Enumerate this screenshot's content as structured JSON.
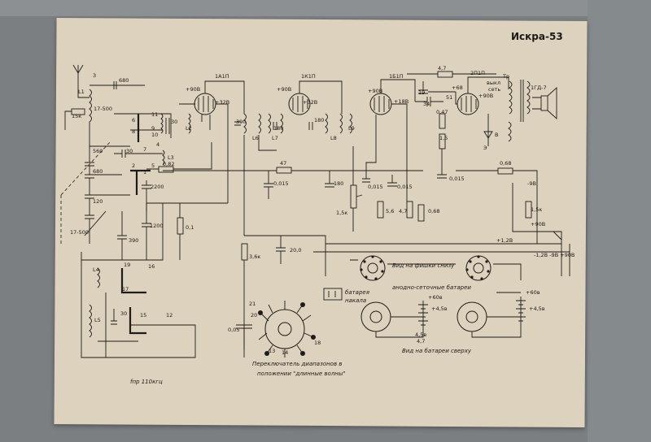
{
  "document": {
    "title": "Искра-53",
    "tubes": [
      "1А1П",
      "1К1П",
      "1Б1П",
      "2П1П"
    ],
    "transformer_label": "Тр",
    "speaker_label": "1ГД-7",
    "switch_caption_line1": "Переключатель диапазонов в",
    "switch_caption_line2": "положении \"длинные волны\"",
    "plug_caption": "Вид на фишки снизу",
    "battery_caption": "Вид на батареи сверху",
    "anode_grid_battery": "анодно-сеточные батареи",
    "filament_battery_line1": "батарея",
    "filament_battery_line2": "накала",
    "freq_label": "fпр 110кгц",
    "voltages": [
      "+90В",
      "+32В",
      "+90В",
      "+32В",
      "+90В",
      "+18В",
      "+68",
      "+90В",
      "-9В",
      "+90В",
      "+1,2В",
      "-1,2В -9В +90В",
      "+60в",
      "+4,5в",
      "+60в",
      "+4,5в",
      "4,5в"
    ],
    "component_values": [
      "680",
      "15к",
      "17-500",
      "560",
      "680",
      "120",
      "17-500",
      "30",
      "0,82",
      "2200",
      "390",
      "30",
      "390",
      "180",
      "180",
      "30",
      "1200",
      "0,1",
      "47",
      "0,015",
      "180",
      "0,015",
      "0,015",
      "1,5к",
      "5,6",
      "4,7",
      "0,68",
      "4,7",
      "0,47",
      "34",
      "51",
      "1,5",
      "0,015",
      "0,68",
      "1,5к",
      "3,6к",
      "20,0",
      "0,05",
      "4,7",
      "19"
    ],
    "coil_labels": [
      "L1",
      "L2",
      "L3",
      "L4",
      "L5",
      "L6",
      "L7",
      "L8",
      "L9"
    ],
    "pin_numbers": [
      "3",
      "6",
      "8",
      "4",
      "7",
      "11",
      "9",
      "10",
      "2",
      "5",
      "1",
      "19",
      "16",
      "17",
      "15",
      "12",
      "21",
      "20",
      "13",
      "14",
      "18"
    ],
    "misc_labels": [
      "выкл",
      "сеть",
      "В",
      "Э"
    ]
  }
}
